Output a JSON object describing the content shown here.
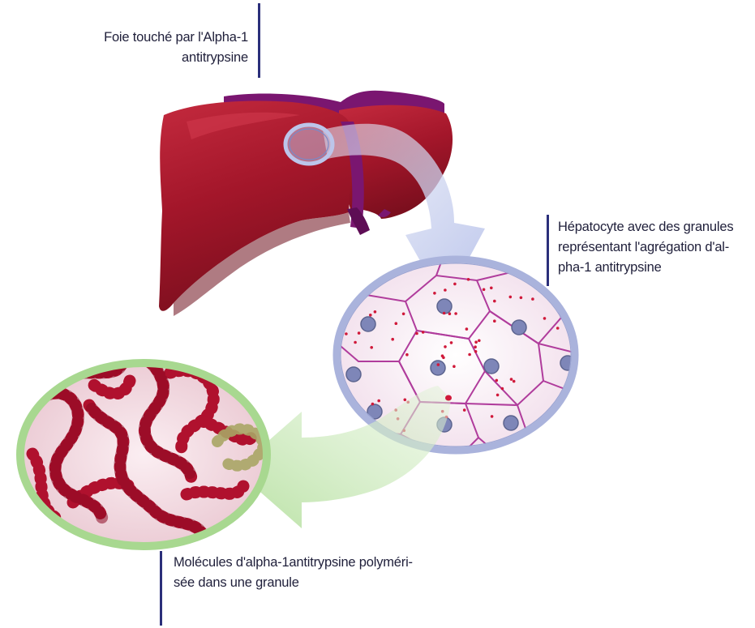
{
  "labels": {
    "liver": [
      "Foie touché par l'Alpha-1",
      "antitrypsine"
    ],
    "hepatocyte": [
      "Hépatocyte avec des granules",
      "représentant l'agrégation d'al-",
      "pha-1 antitrypsine"
    ],
    "molecules": [
      "Molécules d'alpha-1antitrypsine polyméri-",
      "sée dans une granule"
    ]
  },
  "colors": {
    "liver": "#a3162a",
    "liver_dark": "#6e0f1c",
    "liver_highlight": "#c8283c",
    "liver_purple": "#7a1670",
    "cell_ring": "#aab3dc",
    "cell_membrane": "#b03c9c",
    "cell_fill": "#f8eef4",
    "nucleus": "#7e86b8",
    "granule_dot": "#d0193a",
    "molecule_ring": "#a8d890",
    "molecule_fill": "#b0112e",
    "arrow_blue": "#c2cbec",
    "arrow_green": "#bfe3ad",
    "label_bar": "#2b2f7a"
  }
}
